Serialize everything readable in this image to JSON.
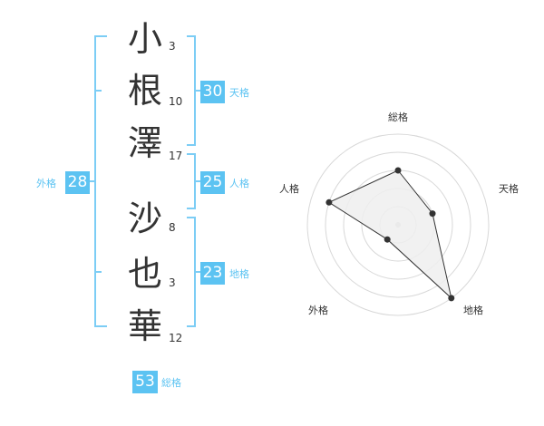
{
  "name": {
    "chars": [
      {
        "char": "小",
        "strokes": "3"
      },
      {
        "char": "根",
        "strokes": "10"
      },
      {
        "char": "澤",
        "strokes": "17"
      },
      {
        "char": "沙",
        "strokes": "8"
      },
      {
        "char": "也",
        "strokes": "3"
      },
      {
        "char": "華",
        "strokes": "12"
      }
    ]
  },
  "kaku": {
    "tenkaku": {
      "value": "30",
      "label": "天格"
    },
    "jinkaku": {
      "value": "25",
      "label": "人格"
    },
    "chikaku": {
      "value": "23",
      "label": "地格"
    },
    "gaikaku": {
      "value": "28",
      "label": "外格"
    },
    "soukaku": {
      "value": "53",
      "label": "総格"
    }
  },
  "chart_data": {
    "type": "radar",
    "axes": [
      "総格",
      "天格",
      "地格",
      "外格",
      "人格"
    ],
    "values": [
      3,
      2,
      5,
      1,
      4
    ],
    "max": 5,
    "grid_rings": 5
  },
  "colors": {
    "accent": "#5cc3f2",
    "bracket": "#7ccdf5",
    "text": "#333333",
    "grid": "#d8d8d8",
    "radar_fill": "#eeeeee",
    "radar_line": "#333333"
  }
}
